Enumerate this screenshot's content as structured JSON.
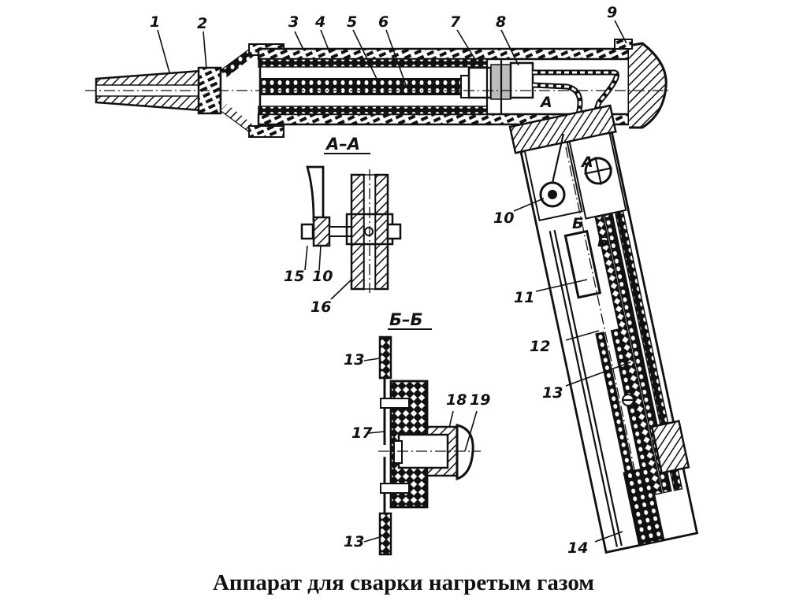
{
  "caption": "Аппарат для сварки нагретым газом",
  "section_titles": {
    "section_a": "А–А",
    "section_b": "Б–Б"
  },
  "cut_markers": [
    "А",
    "А",
    "Б",
    "Б"
  ],
  "part_labels": {
    "p1": "1",
    "p2": "2",
    "p3": "3",
    "p4": "4",
    "p5": "5",
    "p6": "6",
    "p7": "7",
    "p8": "8",
    "p9": "9",
    "p10_main": "10",
    "p11": "11",
    "p12": "12",
    "p13_main": "13",
    "p14": "14",
    "p15": "15",
    "p10_sec": "10",
    "p16": "16",
    "p13_top": "13",
    "p17": "17",
    "p18": "18",
    "p19": "19",
    "p13_bottom": "13"
  },
  "colors": {
    "ink": "#111111",
    "paper": "#ffffff"
  }
}
